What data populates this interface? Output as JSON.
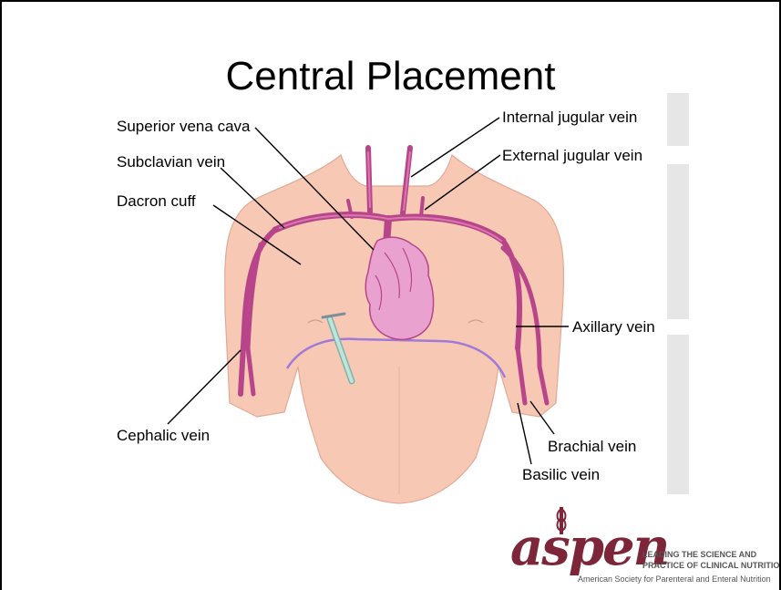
{
  "title": "Central Placement",
  "labels": {
    "superior_vena_cava": "Superior vena cava",
    "subclavian_vein": "Subclavian vein",
    "dacron_cuff": "Dacron cuff",
    "cephalic_vein": "Cephalic vein",
    "internal_jugular_vein": "Internal jugular vein",
    "external_jugular_vein": "External jugular vein",
    "axillary_vein": "Axillary vein",
    "brachial_vein": "Brachial vein",
    "basilic_vein": "Basilic vein"
  },
  "logo": {
    "word": "aspen",
    "tagline_line1": "LEADING THE SCIENCE AND",
    "tagline_line2": "PRACTICE OF CLINICAL NUTRITION",
    "organization": "American Society for Parenteral and Enteral Nutrition"
  },
  "colors": {
    "skin": "#f7c8b4",
    "vein": "#b8458a",
    "vein_highlight": "#d978b0",
    "heart": "#e9a2cf",
    "catheter": "#9fd0c4",
    "rib_line": "#a07ad8",
    "logo": "#7d2639"
  }
}
